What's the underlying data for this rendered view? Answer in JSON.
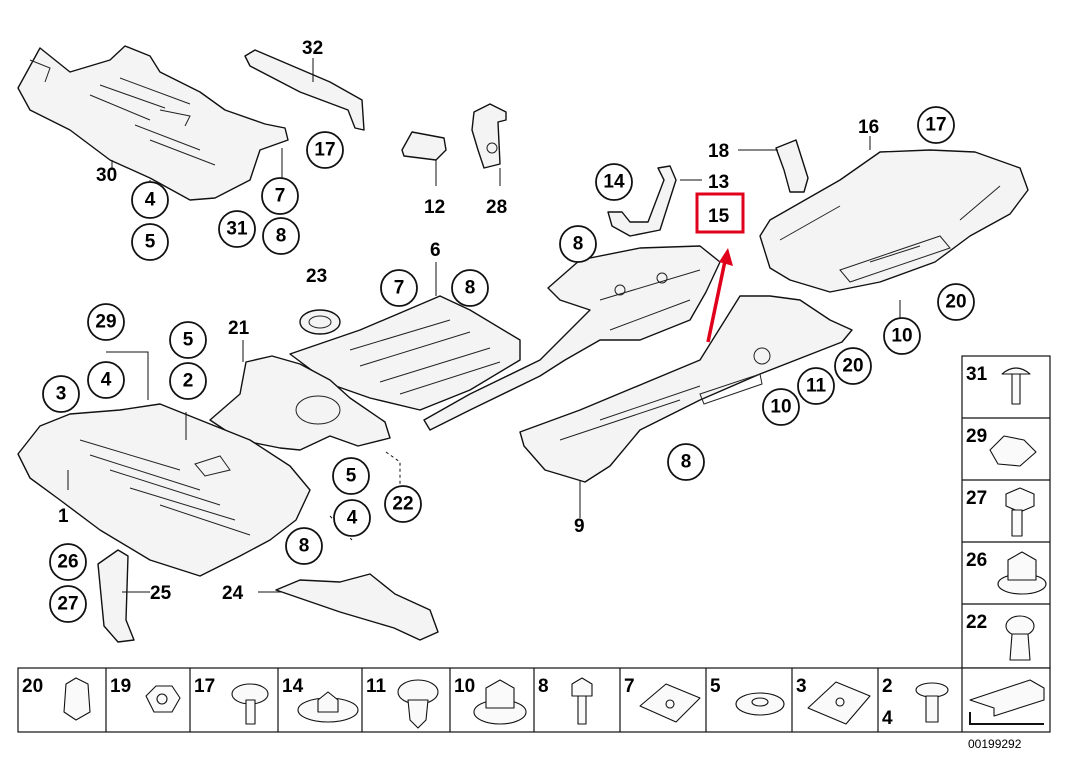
{
  "diagram": {
    "drawing_number": "00199292",
    "highlighted_part": "15",
    "highlight_color": "#e0001b",
    "callouts": [
      {
        "n": "1"
      },
      {
        "n": "2"
      },
      {
        "n": "3"
      },
      {
        "n": "4"
      },
      {
        "n": "4"
      },
      {
        "n": "4"
      },
      {
        "n": "5"
      },
      {
        "n": "5"
      },
      {
        "n": "5"
      },
      {
        "n": "6"
      },
      {
        "n": "7"
      },
      {
        "n": "7"
      },
      {
        "n": "8"
      },
      {
        "n": "8"
      },
      {
        "n": "8"
      },
      {
        "n": "8"
      },
      {
        "n": "8"
      },
      {
        "n": "9"
      },
      {
        "n": "10"
      },
      {
        "n": "10"
      },
      {
        "n": "11"
      },
      {
        "n": "12"
      },
      {
        "n": "13"
      },
      {
        "n": "14"
      },
      {
        "n": "15"
      },
      {
        "n": "16"
      },
      {
        "n": "17"
      },
      {
        "n": "17"
      },
      {
        "n": "18"
      },
      {
        "n": "20"
      },
      {
        "n": "20"
      },
      {
        "n": "21"
      },
      {
        "n": "22"
      },
      {
        "n": "23"
      },
      {
        "n": "24"
      },
      {
        "n": "25"
      },
      {
        "n": "26"
      },
      {
        "n": "27"
      },
      {
        "n": "28"
      },
      {
        "n": "29"
      },
      {
        "n": "30"
      },
      {
        "n": "31"
      },
      {
        "n": "32"
      }
    ],
    "side_hardware": [
      "31",
      "29",
      "27",
      "26",
      "22"
    ],
    "bottom_hardware": [
      "20",
      "19",
      "17",
      "14",
      "11",
      "10",
      "8",
      "7",
      "5",
      "3",
      "2",
      "4"
    ]
  }
}
